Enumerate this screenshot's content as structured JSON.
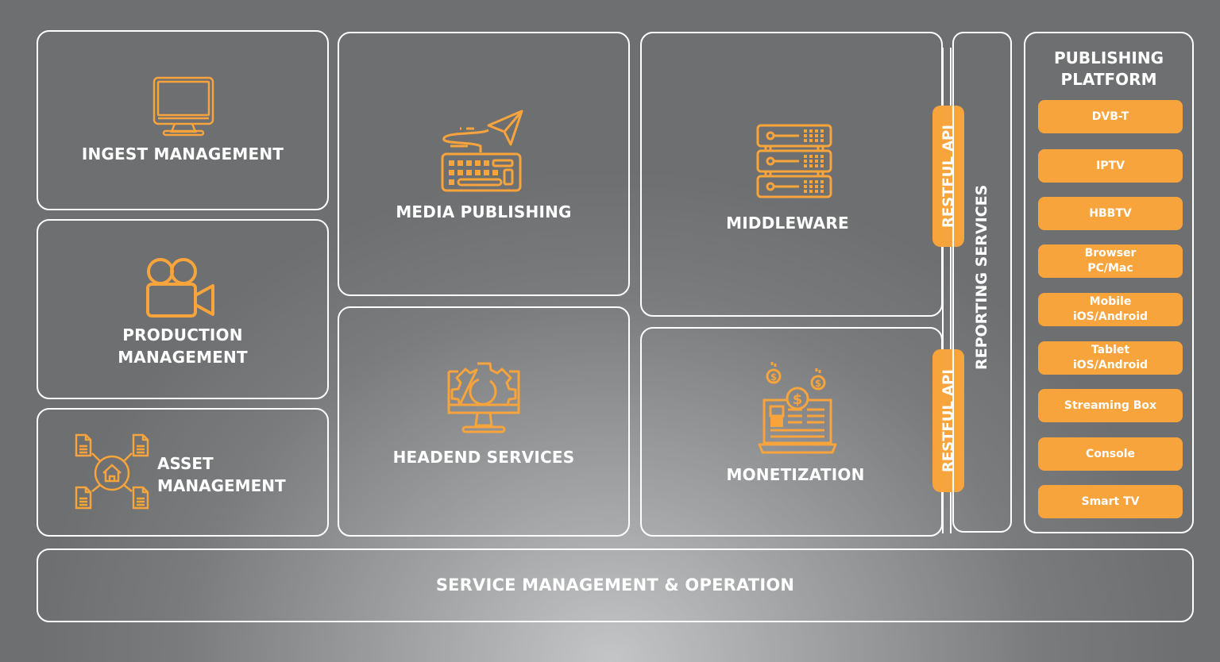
{
  "diagram": {
    "colors": {
      "accent": "#f7a43c",
      "border": "#ffffff",
      "text": "#ffffff",
      "background_dark": "#6e6f71",
      "background_light": "#c4c5c7"
    },
    "modules": {
      "ingest": {
        "label": "INGEST MANAGEMENT",
        "icon": "monitor-icon"
      },
      "production": {
        "label_line1": "PRODUCTION",
        "label_line2": "MANAGEMENT",
        "icon": "video-camera-icon"
      },
      "asset": {
        "label_line1": "ASSET",
        "label_line2": "MANAGEMENT",
        "icon": "asset-network-icon"
      },
      "media_publishing": {
        "label": "MEDIA PUBLISHING",
        "icon": "keyboard-send-icon"
      },
      "headend": {
        "label": "HEADEND SERVICES",
        "icon": "monitor-gear-icon"
      },
      "middleware": {
        "label": "MIDDLEWARE",
        "icon": "server-rack-icon"
      },
      "monetization": {
        "label": "MONETIZATION",
        "icon": "laptop-dollar-icon"
      },
      "reporting": {
        "label": "REPORTING SERVICES"
      },
      "service_management": {
        "label": "SERVICE MANAGEMENT & OPERATION"
      }
    },
    "api_badges": [
      {
        "label": "RESTFUL API"
      },
      {
        "label": "RESTFUL API"
      }
    ],
    "publishing_platform": {
      "title_line1": "PUBLISHING",
      "title_line2": "PLATFORM",
      "items": [
        {
          "line1": "DVB-T",
          "line2": ""
        },
        {
          "line1": "IPTV",
          "line2": ""
        },
        {
          "line1": "HBBTV",
          "line2": ""
        },
        {
          "line1": "Browser",
          "line2": "PC/Mac"
        },
        {
          "line1": "Mobile",
          "line2": "iOS/Android"
        },
        {
          "line1": "Tablet",
          "line2": "iOS/Android"
        },
        {
          "line1": "Streaming Box",
          "line2": ""
        },
        {
          "line1": "Console",
          "line2": ""
        },
        {
          "line1": "Smart TV",
          "line2": ""
        }
      ]
    }
  }
}
